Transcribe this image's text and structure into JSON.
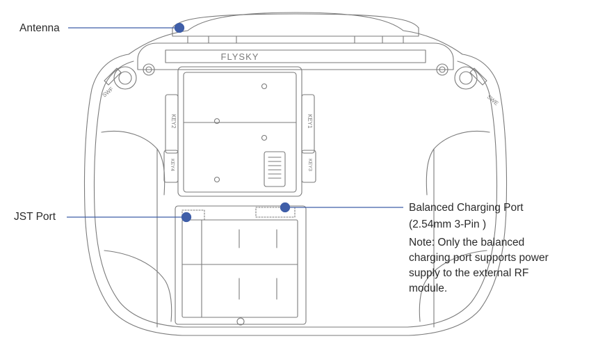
{
  "brand": "FLYSKY",
  "switch_labels": {
    "left": "SWF",
    "right": "SWE"
  },
  "key_labels": {
    "key1": "KEY1",
    "key2": "KEY2",
    "key3": "KEY3",
    "key4": "KEY4"
  },
  "callouts": {
    "antenna": "Antenna",
    "jst_port": "JST Port",
    "balanced_port_title": "Balanced Charging Port",
    "balanced_port_spec": "(2.54mm 3-Pin )",
    "note_lines": [
      "Note: Only the balanced",
      "charging port supports power",
      "supply to the external RF",
      "module."
    ]
  },
  "colors": {
    "callout_line": "#3f5ea8",
    "outline": "#7a7a7a"
  }
}
